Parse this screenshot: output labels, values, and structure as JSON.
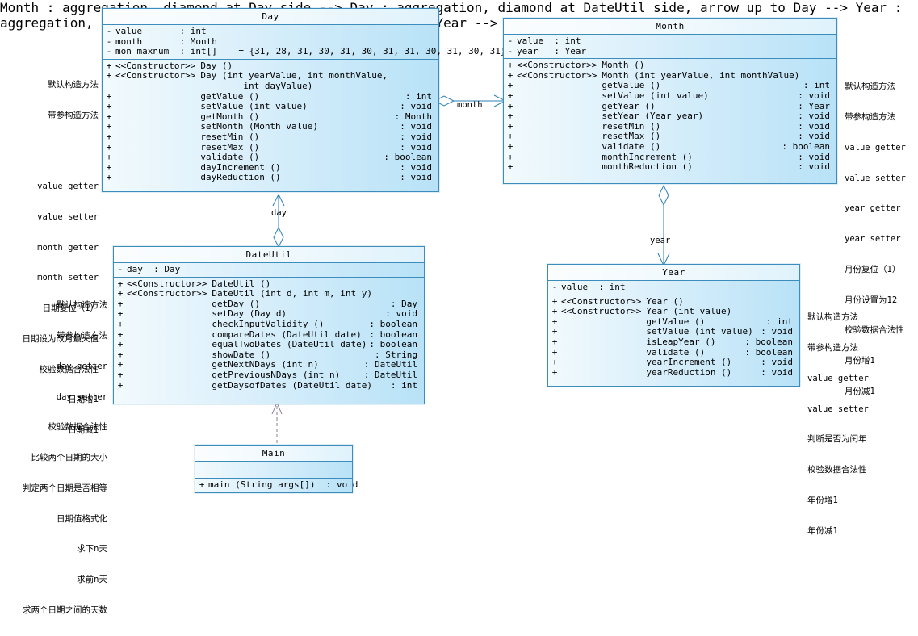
{
  "diagram": {
    "type": "uml-class-diagram",
    "accent_color": "#3c8dbc",
    "line_color": "#2b7fb5",
    "dependency_color": "#8a7f9a"
  },
  "classes": {
    "day": {
      "name": "Day",
      "attributes": [
        {
          "vis": "-",
          "sig": "value       : int",
          "ret": ""
        },
        {
          "vis": "-",
          "sig": "month       : Month",
          "ret": ""
        },
        {
          "vis": "-",
          "sig": "mon_maxnum  : int[]    = {31, 28, 31, 30, 31, 30, 31, 31, 30, 31, 30, 31}",
          "ret": ""
        }
      ],
      "operations": [
        {
          "vis": "+",
          "stereo": "<<Constructor>>",
          "sig": "Day ()",
          "ret": ""
        },
        {
          "vis": "+",
          "stereo": "<<Constructor>>",
          "sig": "Day (int yearValue, int monthValue,",
          "ret": ""
        },
        {
          "vis": "+",
          "stereo": "",
          "sig": "        int dayValue)",
          "ret": ""
        },
        {
          "vis": "+",
          "stereo": "",
          "sig": "getValue ()",
          "ret": "int"
        },
        {
          "vis": "+",
          "stereo": "",
          "sig": "setValue (int value)",
          "ret": "void"
        },
        {
          "vis": "+",
          "stereo": "",
          "sig": "getMonth ()",
          "ret": "Month"
        },
        {
          "vis": "+",
          "stereo": "",
          "sig": "setMonth (Month value)",
          "ret": "void"
        },
        {
          "vis": "+",
          "stereo": "",
          "sig": "resetMin ()",
          "ret": "void"
        },
        {
          "vis": "+",
          "stereo": "",
          "sig": "resetMax ()",
          "ret": "void"
        },
        {
          "vis": "+",
          "stereo": "",
          "sig": "validate ()",
          "ret": "boolean"
        },
        {
          "vis": "+",
          "stereo": "",
          "sig": "dayIncrement ()",
          "ret": "void"
        },
        {
          "vis": "+",
          "stereo": "",
          "sig": "dayReduction ()",
          "ret": "void"
        }
      ]
    },
    "month": {
      "name": "Month",
      "attributes": [
        {
          "vis": "-",
          "sig": "value  : int",
          "ret": ""
        },
        {
          "vis": "-",
          "sig": "year   : Year",
          "ret": ""
        }
      ],
      "operations": [
        {
          "vis": "+",
          "stereo": "<<Constructor>>",
          "sig": "Month ()",
          "ret": ""
        },
        {
          "vis": "+",
          "stereo": "<<Constructor>>",
          "sig": "Month (int yearValue, int monthValue)",
          "ret": ""
        },
        {
          "vis": "+",
          "stereo": "",
          "sig": "getValue ()",
          "ret": "int"
        },
        {
          "vis": "+",
          "stereo": "",
          "sig": "setValue (int value)",
          "ret": "void"
        },
        {
          "vis": "+",
          "stereo": "",
          "sig": "getYear ()",
          "ret": "Year"
        },
        {
          "vis": "+",
          "stereo": "",
          "sig": "setYear (Year year)",
          "ret": "void"
        },
        {
          "vis": "+",
          "stereo": "",
          "sig": "resetMin ()",
          "ret": "void"
        },
        {
          "vis": "+",
          "stereo": "",
          "sig": "resetMax ()",
          "ret": "void"
        },
        {
          "vis": "+",
          "stereo": "",
          "sig": "validate ()",
          "ret": "boolean"
        },
        {
          "vis": "+",
          "stereo": "",
          "sig": "monthIncrement ()",
          "ret": "void"
        },
        {
          "vis": "+",
          "stereo": "",
          "sig": "monthReduction ()",
          "ret": "void"
        }
      ]
    },
    "dateutil": {
      "name": "DateUtil",
      "attributes": [
        {
          "vis": "-",
          "sig": "day  : Day",
          "ret": ""
        }
      ],
      "operations": [
        {
          "vis": "+",
          "stereo": "<<Constructor>>",
          "sig": "DateUtil ()",
          "ret": ""
        },
        {
          "vis": "+",
          "stereo": "<<Constructor>>",
          "sig": "DateUtil (int d, int m, int y)",
          "ret": ""
        },
        {
          "vis": "+",
          "stereo": "",
          "sig": "getDay ()",
          "ret": "Day"
        },
        {
          "vis": "+",
          "stereo": "",
          "sig": "setDay (Day d)",
          "ret": "void"
        },
        {
          "vis": "+",
          "stereo": "",
          "sig": "checkInputValidity ()",
          "ret": "boolean"
        },
        {
          "vis": "+",
          "stereo": "",
          "sig": "compareDates (DateUtil date)",
          "ret": "boolean"
        },
        {
          "vis": "+",
          "stereo": "",
          "sig": "equalTwoDates (DateUtil date)",
          "ret": "boolean"
        },
        {
          "vis": "+",
          "stereo": "",
          "sig": "showDate ()",
          "ret": "String"
        },
        {
          "vis": "+",
          "stereo": "",
          "sig": "getNextNDays (int n)",
          "ret": "DateUtil"
        },
        {
          "vis": "+",
          "stereo": "",
          "sig": "getPreviousNDays (int n)",
          "ret": "DateUtil"
        },
        {
          "vis": "+",
          "stereo": "",
          "sig": "getDaysofDates (DateUtil date)",
          "ret": "int"
        }
      ]
    },
    "year": {
      "name": "Year",
      "attributes": [
        {
          "vis": "-",
          "sig": "value  : int",
          "ret": ""
        }
      ],
      "operations": [
        {
          "vis": "+",
          "stereo": "<<Constructor>>",
          "sig": "Year ()",
          "ret": ""
        },
        {
          "vis": "+",
          "stereo": "<<Constructor>>",
          "sig": "Year (int value)",
          "ret": ""
        },
        {
          "vis": "+",
          "stereo": "",
          "sig": "getValue ()",
          "ret": "int"
        },
        {
          "vis": "+",
          "stereo": "",
          "sig": "setValue (int value)",
          "ret": "void"
        },
        {
          "vis": "+",
          "stereo": "",
          "sig": "isLeapYear ()",
          "ret": "boolean"
        },
        {
          "vis": "+",
          "stereo": "",
          "sig": "validate ()",
          "ret": "boolean"
        },
        {
          "vis": "+",
          "stereo": "",
          "sig": "yearIncrement ()",
          "ret": "void"
        },
        {
          "vis": "+",
          "stereo": "",
          "sig": "yearReduction ()",
          "ret": "void"
        }
      ]
    },
    "main": {
      "name": "Main",
      "attributes": [],
      "operations": [
        {
          "vis": "+",
          "stereo": "",
          "sig": "main (String args[])  : void",
          "ret": ""
        }
      ]
    }
  },
  "notes": {
    "day_note": [
      "默认构造方法",
      "带参构造方法",
      "",
      "value getter",
      "value setter",
      "month getter",
      "month setter",
      "日期复位（1）",
      "日期设为改月最大值",
      "校验数据合法性",
      "日期增1",
      "日期减1"
    ],
    "month_note": [
      "默认构造方法",
      "带参构造方法",
      "value getter",
      "value setter",
      "year getter",
      "year setter",
      "月份复位（1）",
      "月份设置为12",
      "校验数据合法性",
      "月份增1",
      "月份减1"
    ],
    "dateutil_note": [
      "默认构造方法",
      "带参构造方法",
      "day getter",
      "day setter",
      "校验数据合法性",
      "比较两个日期的大小",
      "判定两个日期是否相等",
      "日期值格式化",
      "求下n天",
      "求前n天",
      "求两个日期之间的天数"
    ],
    "year_note": [
      "默认构造方法",
      "带参构造方法",
      "value getter",
      "value setter",
      "判断是否为闰年",
      "校验数据合法性",
      "年份增1",
      "年份减1"
    ]
  },
  "edges": {
    "month_label": "month",
    "day_label": "day",
    "year_label": "year"
  }
}
